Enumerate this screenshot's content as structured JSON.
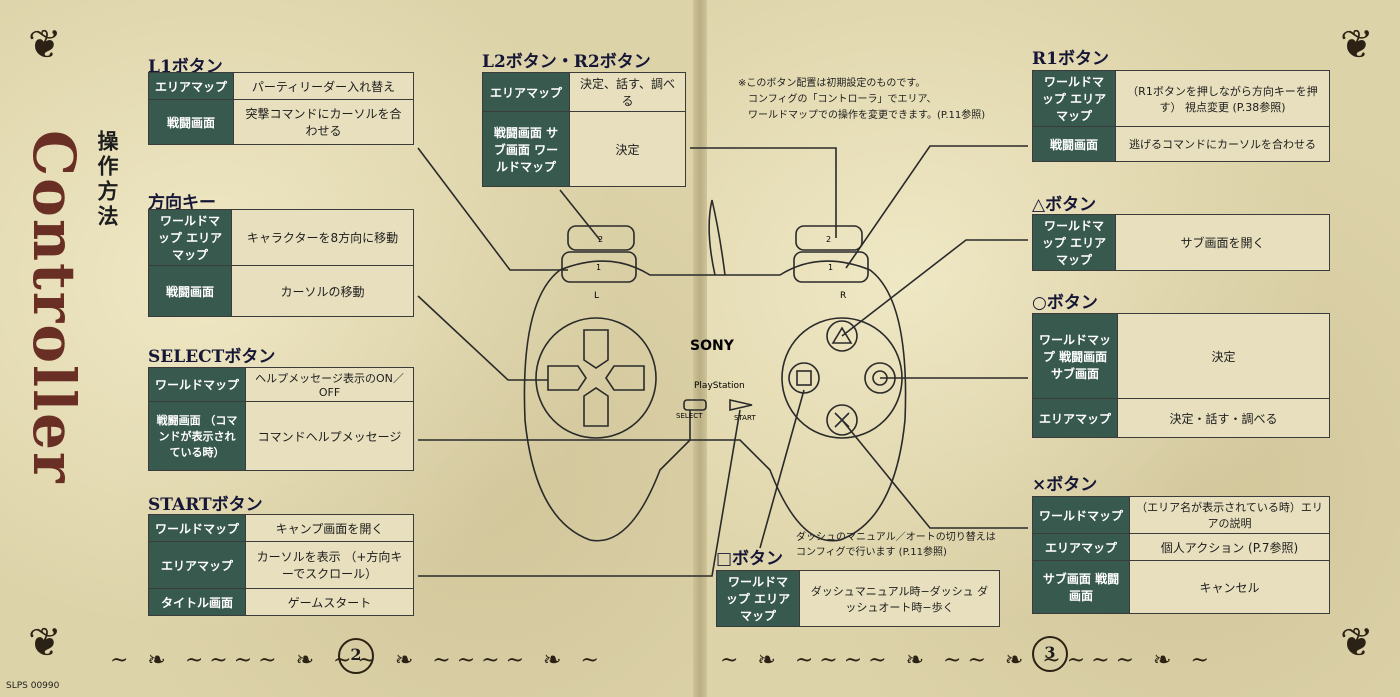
{
  "left": {
    "title_en": "Controller",
    "title_jp": "操作方法",
    "title_jp_ruby": "そうさほうほう",
    "l1": {
      "title": "L1ボタン",
      "rows": [
        {
          "k": "エリアマップ",
          "v": "パーティリーダー入れ替え"
        },
        {
          "k": "戦闘画面",
          "v": "突撃コマンドにカーソルを合わせる"
        }
      ]
    },
    "dir": {
      "title": "方向キー",
      "rows": [
        {
          "k": "ワールドマップ エリアマップ",
          "v": "キャラクターを8方向に移動"
        },
        {
          "k": "戦闘画面",
          "v": "カーソルの移動"
        }
      ]
    },
    "select": {
      "title": "SELECTボタン",
      "rows": [
        {
          "k": "ワールドマップ",
          "v": "ヘルプメッセージ表示のON／OFF"
        },
        {
          "k": "戦闘画面 （コマンドが表示されている時）",
          "v": "コマンドヘルプメッセージ"
        }
      ]
    },
    "start": {
      "title": "STARTボタン",
      "rows": [
        {
          "k": "ワールドマップ",
          "v": "キャンプ画面を開く"
        },
        {
          "k": "エリアマップ",
          "v": "カーソルを表示 （+方向キーでスクロール）"
        },
        {
          "k": "タイトル画面",
          "v": "ゲームスタート"
        }
      ]
    },
    "page_number": "2",
    "code": "SLPS 00990"
  },
  "l2r2": {
    "title": "L2ボタン・R2ボタン",
    "rows": [
      {
        "k": "エリアマップ",
        "v": "決定、話す、調べる"
      },
      {
        "k": "戦闘画面 サブ画面 ワールドマップ",
        "v": "決定"
      }
    ]
  },
  "note": {
    "line1": "※このボタン配置は初期設定のものです。",
    "line2": "コンフィグの「コントローラ」でエリア、",
    "line3": "ワールドマップでの操作を変更できます。(P.11参照)"
  },
  "right": {
    "r1": {
      "title": "R1ボタン",
      "rows": [
        {
          "k": "ワールドマップ エリアマップ",
          "v": "（R1ボタンを押しながら方向キーを押す） 視点変更 (P.38参照)"
        },
        {
          "k": "戦闘画面",
          "v": "逃げるコマンドにカーソルを合わせる"
        }
      ]
    },
    "triangle": {
      "title": "△ボタン",
      "rows": [
        {
          "k": "ワールドマップ エリアマップ",
          "v": "サブ画面を開く"
        }
      ]
    },
    "circle": {
      "title": "○ボタン",
      "rows": [
        {
          "k": "ワールドマップ 戦闘画面 サブ画面",
          "v": "決定"
        },
        {
          "k": "エリアマップ",
          "v": "決定・話す・調べる"
        }
      ]
    },
    "cross": {
      "title": "×ボタン",
      "rows": [
        {
          "k": "ワールドマップ",
          "v": "（エリア名が表示されている時）エリアの説明"
        },
        {
          "k": "エリアマップ",
          "v": "個人アクション (P.7参照)"
        },
        {
          "k": "サブ画面 戦闘画面",
          "v": "キャンセル"
        }
      ]
    },
    "square": {
      "title": "□ボタン",
      "caption": "ダッシュのマニュアル／オートの切り替えはコンフィグで行います (P.11参照)",
      "rows": [
        {
          "k": "ワールドマップ エリアマップ",
          "v": "ダッシュマニュアル時−ダッシュ ダッシュオート時−歩く"
        }
      ]
    },
    "page_number": "3"
  },
  "controller": {
    "brand": "SONY",
    "logo_text": "PlayStation",
    "select_label": "SELECT",
    "start_label": "START",
    "l_label": "L",
    "r_label": "R",
    "l1_label": "1",
    "l2_label": "2",
    "r1_label": "1",
    "r2_label": "2"
  },
  "colors": {
    "paper": "#ddd3a9",
    "key_bg": "#38594e",
    "title_red": "#6a2f24",
    "heading": "#161636"
  }
}
